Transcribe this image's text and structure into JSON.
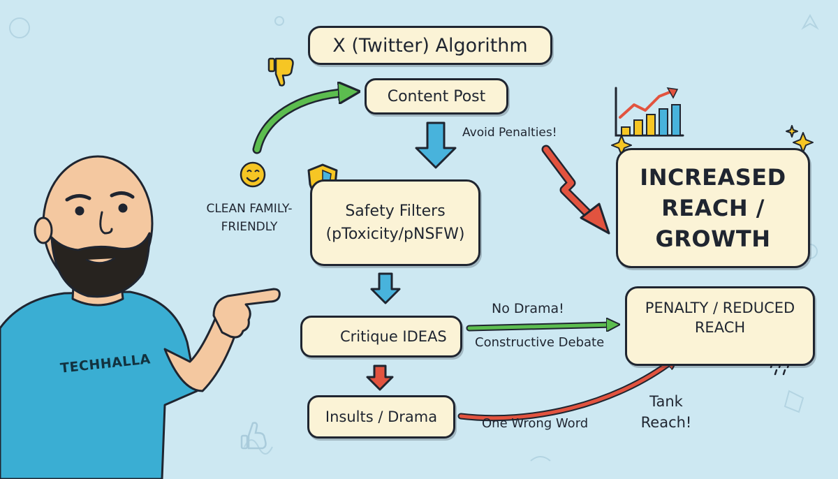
{
  "title": "X (Twitter) Algorithm",
  "nodes": {
    "content_post": "Content Post",
    "safety_filters_line1": "Safety Filters",
    "safety_filters_line2": "(pToxicity/pNSFW)",
    "critique_ideas": "Critique IDEAS",
    "insults_drama": "Insults / Drama",
    "growth_lines": [
      "INCREASED",
      "REACH /",
      "GROWTH"
    ],
    "penalty_lines": [
      "PENALTY / REDUCED",
      "REACH"
    ]
  },
  "labels": {
    "clean": "CLEAN FAMILY-FRIENDLY",
    "avoid_penalties": "Avoid Penalties!",
    "no_drama": "No Drama!",
    "constructive_debate": "Constructive Debate",
    "one_wrong_word": "One Wrong Word",
    "tank_reach": "Tank Reach!"
  },
  "shirt_text": "TECHHALLA",
  "colors": {
    "background": "#cde8f2",
    "box_fill": "#fbf3d6",
    "outline": "#1f2530",
    "arrow_blue": "#48b3dc",
    "arrow_red": "#e2533f",
    "arrow_green": "#5cbd4f",
    "shirt": "#3aaed3",
    "skin": "#f4c8a0",
    "beard": "#27231f",
    "accent_yellow": "#f6c624"
  },
  "icons": [
    "thumbs-down-icon",
    "smiley-icon",
    "shield-icon",
    "bar-chart-icon",
    "sparkle-icon",
    "cross-circle-icon",
    "thought-cloud-icon",
    "broken-chain-icon",
    "rain-cloud-icon",
    "thumbs-up-icon"
  ]
}
